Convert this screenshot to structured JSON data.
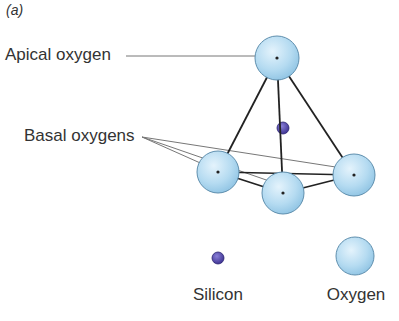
{
  "diagram": {
    "labels": [
      "(a)",
      "Apical oxygen",
      "Basal oxygens",
      "Silicon",
      "Oxygen"
    ]
  }
}
